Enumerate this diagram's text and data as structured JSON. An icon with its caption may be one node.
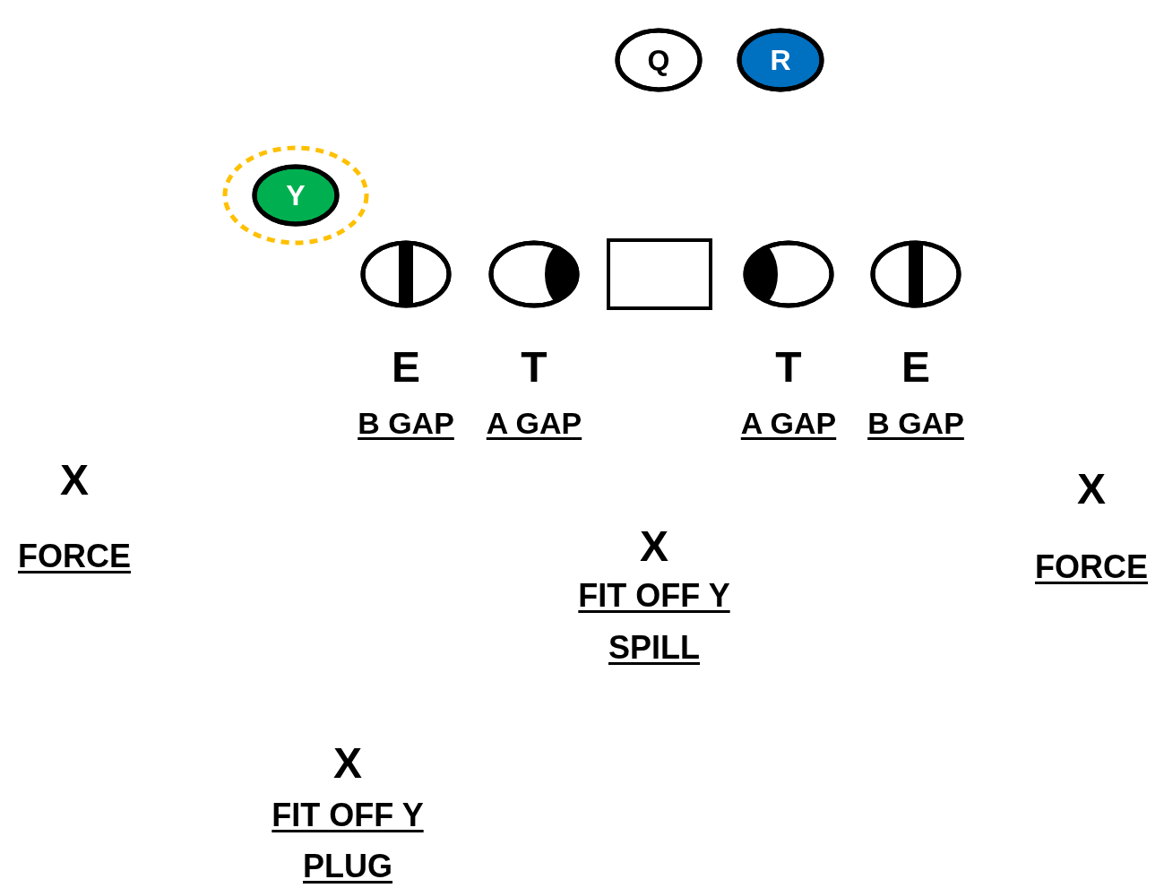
{
  "diagram": {
    "nodes": [
      {
        "text": [
          "Q"
        ]
      },
      {
        "text": [
          "R"
        ]
      },
      {
        "text": [],
        "shape": "circle"
      },
      {
        "text": [
          "Y"
        ],
        "in": 2
      },
      {
        "text": [],
        "shape": "circle",
        "beside": [
          "E",
          "B GAP"
        ]
      },
      {
        "text": [],
        "shape": "circle",
        "beside": [
          "T",
          "A GAP"
        ]
      },
      {
        "text": [],
        "shape": "box"
      },
      {
        "text": [],
        "shape": "circle",
        "beside": [
          "T",
          "A GAP"
        ]
      },
      {
        "text": [],
        "shape": "circle",
        "beside": [
          "E",
          "B GAP"
        ]
      }
    ],
    "labels": [
      "X",
      "X",
      "FORCE",
      "X",
      "FORCE",
      "FIT OFF Y",
      "SPILL",
      "X",
      "FIT OFF Y",
      "PLUG"
    ]
  }
}
